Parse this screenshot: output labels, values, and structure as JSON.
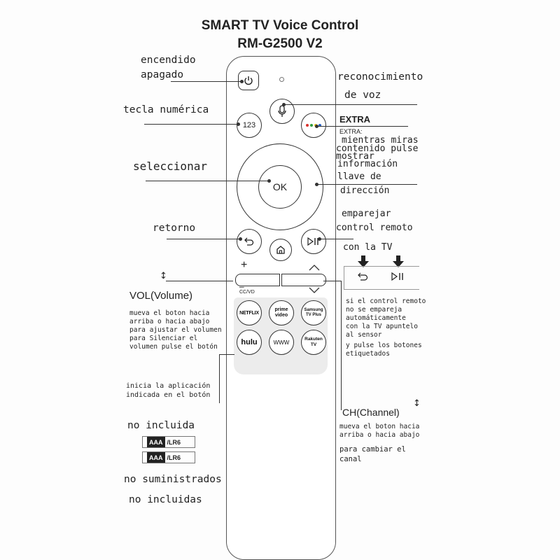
{
  "header": {
    "title_line1": "SMART TV Voice Control",
    "title_line2": "RM-G2500 V2"
  },
  "left_labels": {
    "power_line1": "encendido",
    "power_line2": "apagado",
    "numeric": "tecla numérica",
    "select": "seleccionar",
    "back": "retorno",
    "vol_title": "VOL(Volume)",
    "vol_desc": [
      "mueva el boton hacia",
      "arriba o hacia abajo",
      "para ajustar el volumen",
      "para Silenciar el",
      "volumen pulse el botón"
    ],
    "apps_desc": [
      "inicia la aplicación",
      "indicada en el botón"
    ],
    "not_included": "no incluida",
    "not_supplied": "no suministrados",
    "not_included_plural": "no incluidas"
  },
  "right_labels": {
    "voice_line1": "reconocimiento",
    "voice_line2": "de voz",
    "extra_title": "EXTRA",
    "extra_small": "EXTRA:",
    "extra_desc": [
      "mientras miras",
      "contenido pulse",
      "mostrar",
      "información"
    ],
    "direction_line1": "llave de",
    "direction_line2": "dirección",
    "pair_line1": "emparejar",
    "pair_line2": "control remoto",
    "pair_line3": "con la TV",
    "pair_desc": [
      "si el control remoto",
      "no se empareja",
      "automáticamente",
      "con la TV apuntelo",
      "al sensor"
    ],
    "pair_desc2": [
      "y pulse los botones",
      "etiquetados"
    ],
    "ch_title": "CH(Channel)",
    "ch_desc": [
      "mueva el boton hacia",
      "arriba o hacia abajo"
    ],
    "ch_desc2": [
      "para cambiar el",
      "canal"
    ]
  },
  "remote": {
    "btn_123": "123",
    "btn_ok": "OK",
    "vol_plus": "+",
    "vol_minus": "—",
    "cc_label": "CC/VD",
    "ch_up": "^",
    "ch_down": "v",
    "apps": [
      "NETFLIX",
      "prime video",
      "Samsung TV Plus",
      "hulu",
      "WWW",
      "Rakuten TV"
    ]
  },
  "batteries": [
    {
      "type": "AAA",
      "code": "/LR6"
    },
    {
      "type": "AAA",
      "code": "/LR6"
    }
  ],
  "colors": {
    "extra_dots": [
      "#d9312b",
      "#2e9e3e",
      "#e8c11c",
      "#2a63c7"
    ]
  }
}
